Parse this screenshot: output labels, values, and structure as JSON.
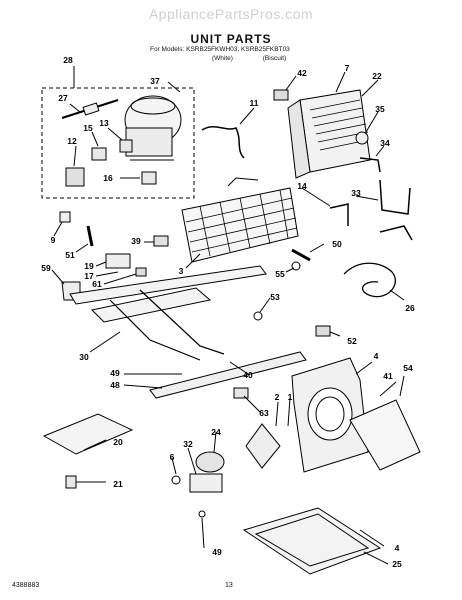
{
  "watermark": "AppliancePartsPros.com",
  "header": {
    "title": "UNIT PARTS",
    "models_line": "For Models: KSRB25FKWH03, KSRB25FKBT03",
    "variant_white": "(White)",
    "variant_biscuit": "(Biscuit)"
  },
  "footer": {
    "doc_number": "4388883",
    "page_number": "13"
  },
  "callouts": {
    "c28": "28",
    "c37": "37",
    "c27": "27",
    "c15": "15",
    "c13": "13",
    "c12": "12",
    "c16": "16",
    "c42": "42",
    "c7": "7",
    "c22": "22",
    "c11": "11",
    "c35": "35",
    "c34": "34",
    "c33": "33",
    "c14": "14",
    "c9": "9",
    "c51": "51",
    "c39": "39",
    "c50": "50",
    "c19": "19",
    "c17": "17",
    "c61": "61",
    "c59": "59",
    "c3": "3",
    "c55": "55",
    "c53": "53",
    "c26": "26",
    "c52": "52",
    "c4a": "4",
    "c30": "30",
    "c49a": "49",
    "c40": "40",
    "c48": "48",
    "c41": "41",
    "c54": "54",
    "c63": "63",
    "c2": "2",
    "c1": "1",
    "c24": "24",
    "c32": "32",
    "c6": "6",
    "c20": "20",
    "c21": "21",
    "c49b": "49",
    "c4b": "4",
    "c25": "25"
  }
}
